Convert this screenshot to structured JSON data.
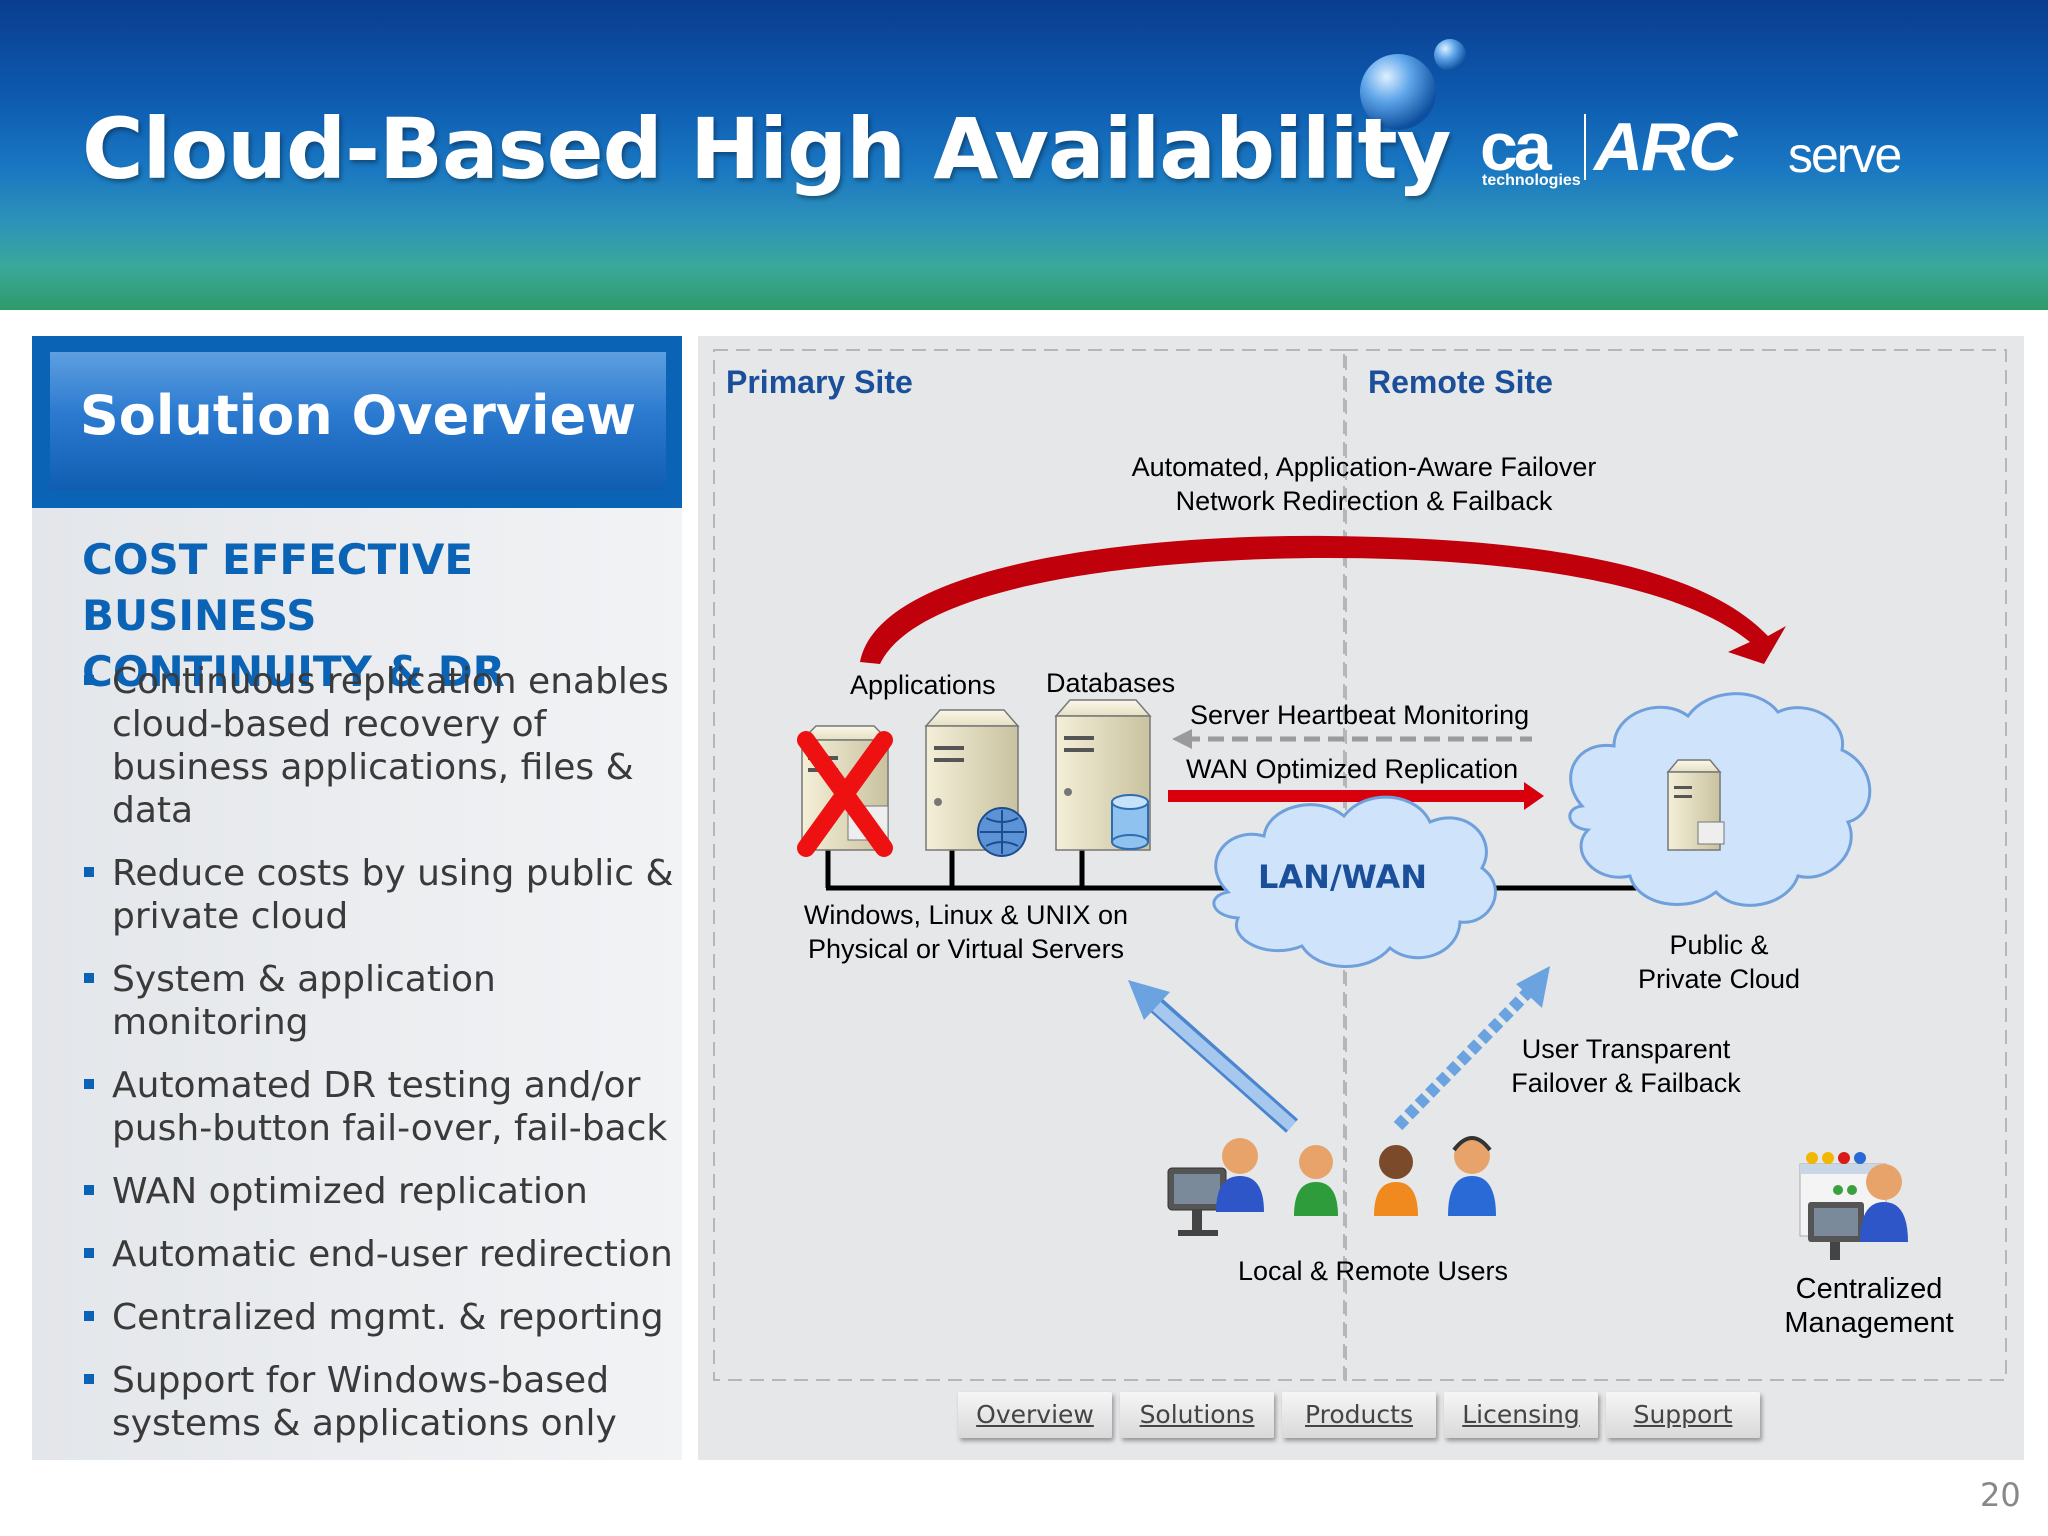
{
  "slide": {
    "title": "Cloud-Based High Availability",
    "page_number": "20"
  },
  "logo": {
    "ca": "ca",
    "ca_sub": "technologies",
    "arc": "ARC",
    "serve": "serve"
  },
  "left_panel": {
    "heading": "Solution Overview",
    "subtitle_line1": "COST EFFECTIVE BUSINESS",
    "subtitle_line2": "CONTINUITY & DR",
    "bullets": [
      "Continuous replication enables cloud-based recovery of business applications, files & data",
      "Reduce costs by using public & private cloud",
      "System & application monitoring",
      "Automated DR testing and/or push-button fail-over, fail-back",
      "WAN optimized replication",
      "Automatic end-user redirection",
      "Centralized mgmt. & reporting",
      "Support for Windows-based systems & applications only"
    ]
  },
  "diagram": {
    "primary_site": "Primary Site",
    "remote_site": "Remote Site",
    "failover_line1": "Automated, Application-Aware Failover",
    "failover_line2": "Network Redirection & Failback",
    "applications": "Applications",
    "databases": "Databases",
    "heartbeat": "Server Heartbeat Monitoring",
    "replication": "WAN Optimized Replication",
    "lanwan": "LAN/WAN",
    "servers_line1": "Windows, Linux & UNIX on",
    "servers_line2": "Physical or Virtual Servers",
    "cloud_line1": "Public  &",
    "cloud_line2": "Private Cloud",
    "transparent_line1": "User Transparent",
    "transparent_line2": "Failover & Failback",
    "users": "Local & Remote Users",
    "mgmt_line1": "Centralized",
    "mgmt_line2": "Management"
  },
  "nav": {
    "buttons": [
      "Overview",
      "Solutions",
      "Products",
      "Licensing",
      "Support"
    ]
  },
  "colors": {
    "accent_blue": "#0b63b5",
    "site_blue": "#1b4f9a",
    "arrow_red": "#c0000a",
    "cloud_blue": "#cfe3fb"
  }
}
